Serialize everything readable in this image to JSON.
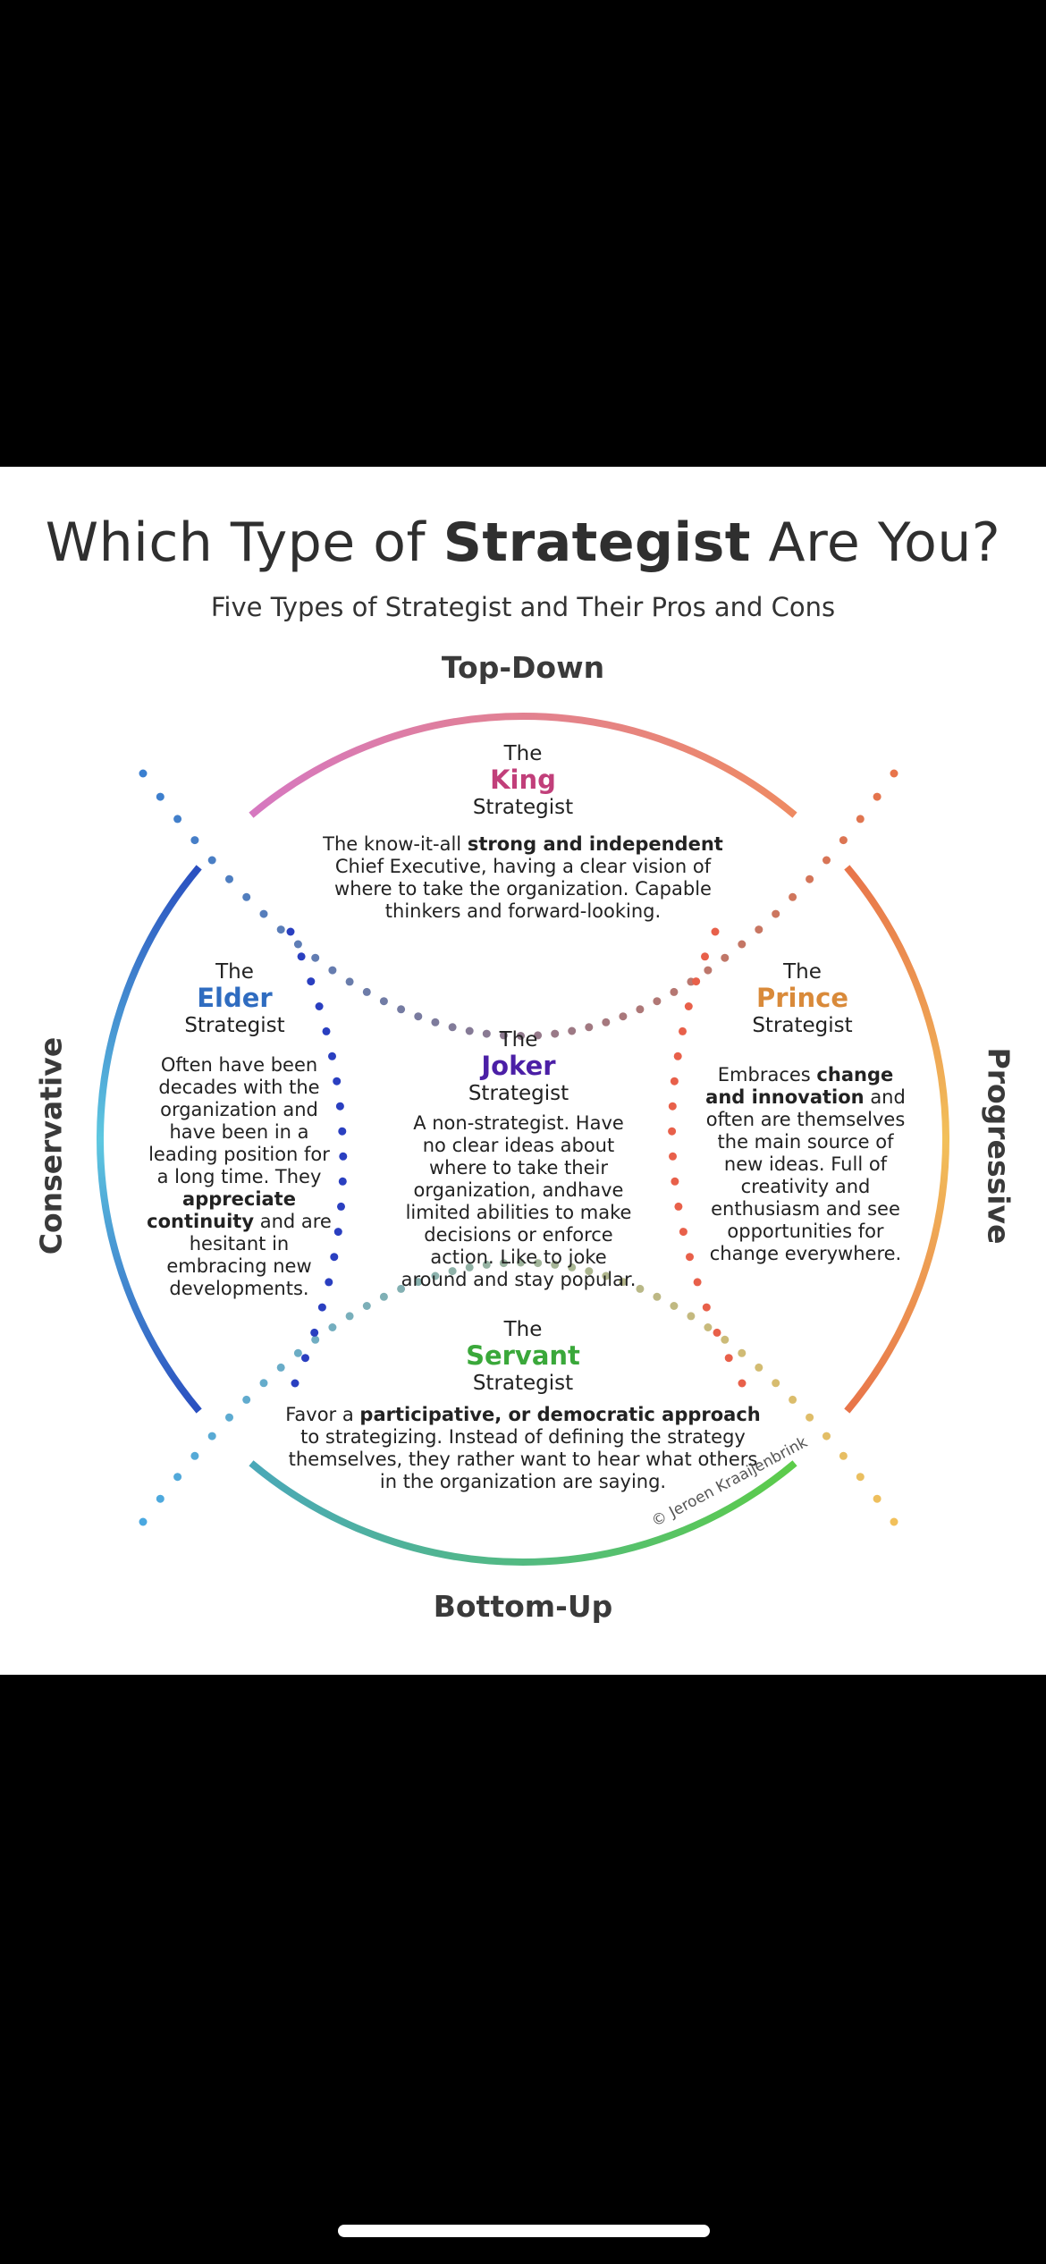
{
  "title": {
    "pre": "Which Type of ",
    "bold": "Strategist",
    "post": " Are You?"
  },
  "subtitle": "Five Types of Strategist and Their Pros and Cons",
  "axes": {
    "top": "Top-Down",
    "bottom": "Bottom-Up",
    "left": "Conservative",
    "right": "Progressive"
  },
  "strategists": {
    "king": {
      "the": "The",
      "name": "King",
      "word": "Strategist",
      "color": "#c13f7a",
      "desc": [
        "The know-it-all ",
        {
          "b": "strong and independent"
        },
        " Chief Executive, having a clear vision of where to take the organization. Capable thinkers and forward-looking."
      ]
    },
    "elder": {
      "the": "The",
      "name": "Elder",
      "word": "Strategist",
      "color": "#2f6cc0",
      "desc": [
        "Often have been decades with the organization and have been in a leading position for a long time. They ",
        {
          "b": "appreciate continuity"
        },
        " and are hesitant in embracing new developments."
      ]
    },
    "joker": {
      "the": "The",
      "name": "Joker",
      "word": "Strategist",
      "color": "#4b1fa6",
      "desc": [
        "A non-strategist. Have no clear ideas about where to take their organization, andhave limited abilities to make decisions or enforce action. Like to joke around and stay popular."
      ]
    },
    "prince": {
      "the": "The",
      "name": "Prince",
      "word": "Strategist",
      "color": "#d98a3a",
      "desc": [
        "Embraces ",
        {
          "b": "change and innovation"
        },
        " and often are themselves the main source of new ideas. Full of creativity and enthusiasm and see opportunities for change everywhere."
      ]
    },
    "servant": {
      "the": "The",
      "name": "Servant",
      "word": "Strategist",
      "color": "#3aa83a",
      "desc": [
        "Favor a ",
        {
          "b": "participative, or democratic approach"
        },
        " to strategizing. Instead of defining the strategy themselves, they rather want to hear what others in the organization are saying."
      ]
    }
  },
  "credit": "© Jeroen Kraaijenbrink",
  "colors": {
    "king_arc": [
      "#d678c0",
      "#ee8a62"
    ],
    "elder_arc": [
      "#2a4fc0",
      "#5ec8e0"
    ],
    "prince_arc": [
      "#e8744a",
      "#f2c05a"
    ],
    "servant_arc": [
      "#4aa8b8",
      "#5ccc4a"
    ]
  }
}
